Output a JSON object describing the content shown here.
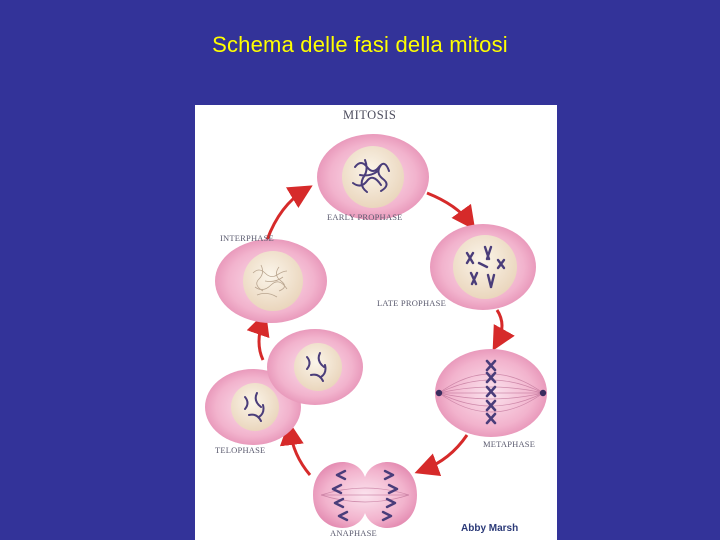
{
  "slide": {
    "title": "Schema delle fasi della mitosi"
  },
  "figure": {
    "title": "MITOSIS",
    "credit": "Abby Marsh",
    "stages": [
      {
        "key": "early_prophase",
        "label": "EARLY PROPHASE"
      },
      {
        "key": "late_prophase",
        "label": "LATE PROPHASE"
      },
      {
        "key": "metaphase",
        "label": "METAPHASE"
      },
      {
        "key": "anaphase",
        "label": "ANAPHASE"
      },
      {
        "key": "telophase",
        "label": "TELOPHASE"
      },
      {
        "key": "interphase",
        "label": "INTERPHASE"
      }
    ]
  },
  "colors": {
    "background": "#333399",
    "title": "#ffff00",
    "cell": "#f0a9c6",
    "nucleus": "#f3e6d2",
    "chromosome": "#4a3d7a",
    "arrow": "#d62a2a"
  }
}
